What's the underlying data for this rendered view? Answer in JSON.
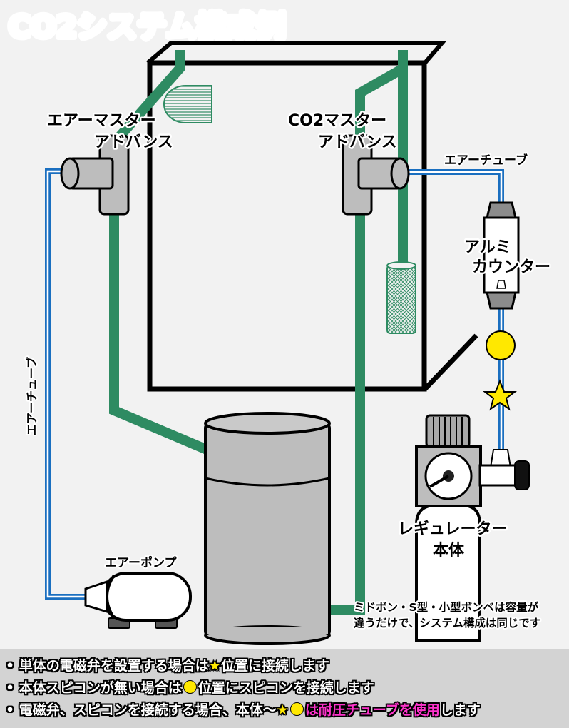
{
  "title": "CO2システム構成例",
  "labels": {
    "air_master": [
      "エアーマスター",
      "アドバンス"
    ],
    "co2_master": [
      "CO2マスター",
      "アドバンス"
    ],
    "air_tube_top": "エアーチューブ",
    "air_tube_left": "エアーチューブ",
    "aluminum_counter": [
      "アルミ",
      "カウンター"
    ],
    "regulator": [
      "レギュレーター",
      "本体"
    ],
    "air_pump": "エアーポンプ",
    "cylinder_note": [
      "ミドボン・S型・小型ボンベは容量が",
      "違うだけで、システム構成は同じです"
    ]
  },
  "notes": {
    "line1_pre": "単体の電磁弁を設置する場合は",
    "line1_post": "位置に接続します",
    "line2_pre": "本体スピコンが無い場合は",
    "line2_post": "位置にスピコンを接続します",
    "line3_pre": "電磁弁、スピコンを接続する場合、本体～",
    "line3_mag": "は耐圧チューブを使用",
    "line3_post": "します",
    "star": "★",
    "bullet": "•"
  },
  "colors": {
    "green_pipe": "#2e8b62",
    "blue_tube": "#1a6fc0",
    "marker_yellow": "#ffe800",
    "note_magenta": "#ff33cc",
    "gray_body": "#bdbdbd",
    "note_bg": "#d3d3d3"
  }
}
